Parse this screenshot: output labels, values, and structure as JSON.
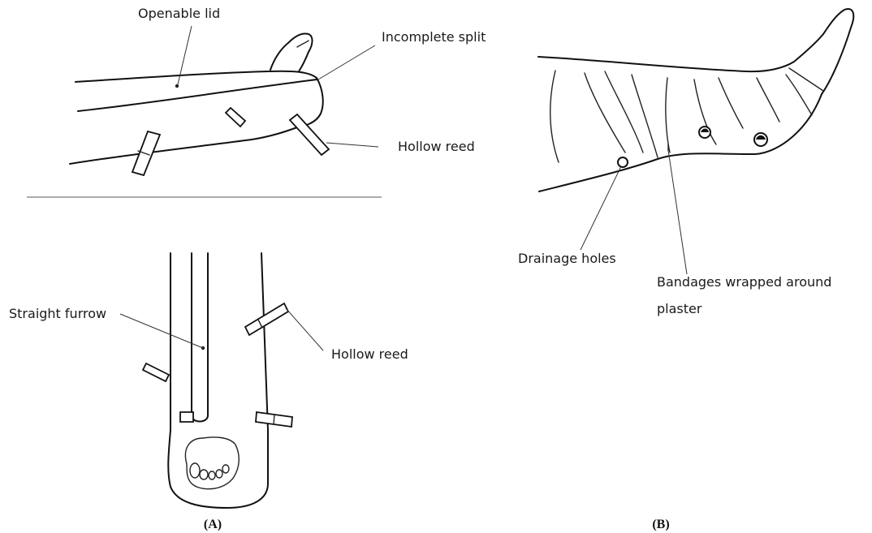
{
  "panel_a": {
    "side_view": {
      "openable_lid": "Openable lid",
      "incomplete_split": "Incomplete split",
      "hollow_reed": "Hollow reed"
    },
    "top_view": {
      "straight_furrow": "Straight furrow",
      "hollow_reed": "Hollow reed"
    },
    "caption": "(A)"
  },
  "panel_b": {
    "drainage_holes": "Drainage holes",
    "bandages_line1": "Bandages wrapped around",
    "bandages_line2": "plaster",
    "caption": "(B)"
  }
}
